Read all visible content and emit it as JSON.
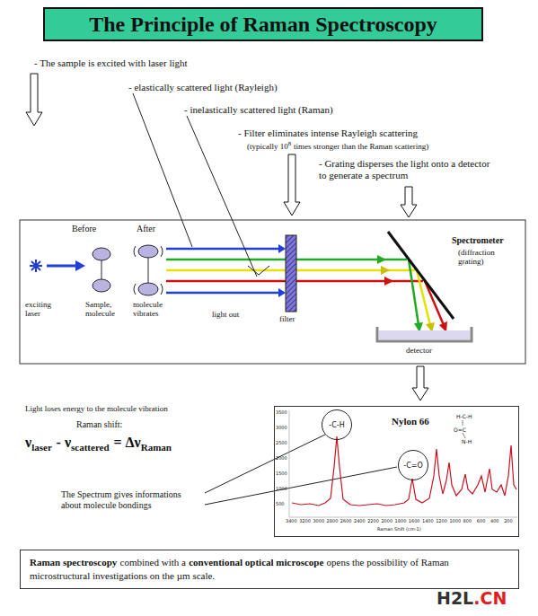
{
  "diagram": {
    "title": "The Principle of Raman Spectroscopy",
    "nodes": [
      {
        "text": [
          "Nylon 66"
        ]
      },
      {
        "text": [
          "-C-H"
        ],
        "in": 0
      },
      {
        "text": [
          "-C=O"
        ],
        "in": 0
      },
      {
        "text": [
          "Raman spectroscopy",
          "combined with a",
          "conventional optical microscope",
          "opens the possibility of Raman microstructural investigations on the µm scale."
        ]
      }
    ],
    "labels": [
      "- The sample is excited with laser light",
      "- elastically scattered light (Rayleigh)",
      "- inelastically scattered light (Raman)",
      "- Filter eliminates intense Rayleigh scattering",
      "(typically 10",
      "8",
      "times stronger than the Raman scattering)",
      "- Grating disperses the light onto a detector to generate a spectrum",
      "Before",
      "After",
      "exciting laser",
      "Sample, molecule",
      "molecule vibrates",
      "light out",
      "filter",
      "Spectrometer",
      "(diffraction grating)",
      "detector",
      "Light loses energy to the molecule vibration",
      "Raman shift:",
      "ν",
      "laser",
      "- ν",
      "scattered",
      "= Δν",
      "Raman",
      "The Spectrum gives informations about molecule bondings",
      "3500",
      "3000",
      "2500",
      "2000",
      "1500",
      "1000",
      "500",
      "3400",
      "3200",
      "3000",
      "2800",
      "2600",
      "2400",
      "2200",
      "2000",
      "1800",
      "1600",
      "1400",
      "1200",
      "1000",
      "800",
      "600",
      "400",
      "200",
      "Raman Shift (cm-1)",
      "H-C-H",
      "O=C",
      "N-H",
      "H2L",
      ".CN"
    ]
  }
}
